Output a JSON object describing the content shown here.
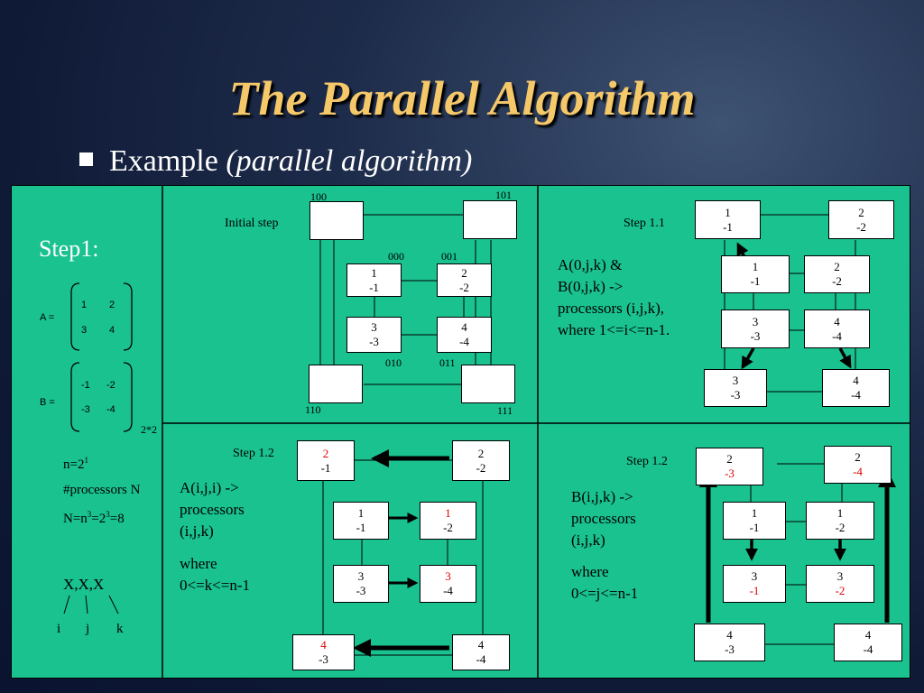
{
  "title": "The Parallel Algorithm",
  "bullet": {
    "text": "Example ",
    "italic": "(parallel algorithm)"
  },
  "left": {
    "step_title": "Step1:",
    "a_label": "A =",
    "a_cells": [
      "1",
      "2",
      "3",
      "4"
    ],
    "b_label": "B =",
    "b_cells": [
      "-1",
      "-2",
      "-3",
      "-4"
    ],
    "dims": "2*2",
    "n_line": {
      "text": "n=2",
      "sup": "1"
    },
    "processors_label": "#processors N",
    "n_formula": {
      "part1": "N=n",
      "sup1": "3",
      "part2": "=2",
      "sup2": "3",
      "part3": "=8"
    },
    "xxx": "X,X,X",
    "indices": [
      "i",
      "j",
      "k"
    ]
  },
  "initial": {
    "label": "Initial step",
    "corners": [
      "100",
      "101",
      "110",
      "111"
    ],
    "inner_labels": [
      "000",
      "001",
      "010",
      "011"
    ],
    "nodes": [
      {
        "a": "1",
        "b": "-1"
      },
      {
        "a": "2",
        "b": "-2"
      },
      {
        "a": "3",
        "b": "-3"
      },
      {
        "a": "4",
        "b": "-4"
      }
    ]
  },
  "step11": {
    "label": "Step 1.1",
    "desc": [
      "A(0,j,k) &",
      "B(0,j,k) ->",
      "processors (i,j,k),",
      "where 1<=i<=n-1."
    ],
    "outer": [
      {
        "a": "1",
        "b": "-1"
      },
      {
        "a": "2",
        "b": "-2"
      },
      {
        "a": "3",
        "b": "-3"
      },
      {
        "a": "4",
        "b": "-4"
      }
    ],
    "inner": [
      {
        "a": "1",
        "b": "-1"
      },
      {
        "a": "2",
        "b": "-2"
      },
      {
        "a": "3",
        "b": "-3"
      },
      {
        "a": "4",
        "b": "-4"
      }
    ]
  },
  "step12a": {
    "label": "Step 1.2",
    "desc": [
      "A(i,j,i) ->",
      "processors",
      "(i,j,k)"
    ],
    "where": [
      "where",
      "0<=k<=n-1"
    ],
    "outer": [
      {
        "a": "2",
        "b": "-1"
      },
      {
        "a": "2",
        "b": "-2"
      },
      {
        "a": "4",
        "b": "-3"
      },
      {
        "a": "4",
        "b": "-4"
      }
    ],
    "inner": [
      {
        "a": "1",
        "b": "-1"
      },
      {
        "a": "1",
        "b": "-2"
      },
      {
        "a": "3",
        "b": "-3"
      },
      {
        "a": "3",
        "b": "-4"
      }
    ]
  },
  "step12b": {
    "label": "Step 1.2",
    "desc": [
      "B(i,j,k) ->",
      "processors",
      "(i,j,k)"
    ],
    "where": [
      "where",
      "0<=j<=n-1"
    ],
    "outer": [
      {
        "a": "2",
        "b": "-3"
      },
      {
        "a": "2",
        "b": "-4"
      },
      {
        "a": "4",
        "b": "-3"
      },
      {
        "a": "4",
        "b": "-4"
      }
    ],
    "inner": [
      {
        "a": "1",
        "b": "-1"
      },
      {
        "a": "1",
        "b": "-2"
      },
      {
        "a": "3",
        "b": "-1"
      },
      {
        "a": "3",
        "b": "-2"
      }
    ]
  },
  "colors": {
    "panel": "#19c28f",
    "title": "#f5c86a",
    "highlight": "#e00000"
  }
}
